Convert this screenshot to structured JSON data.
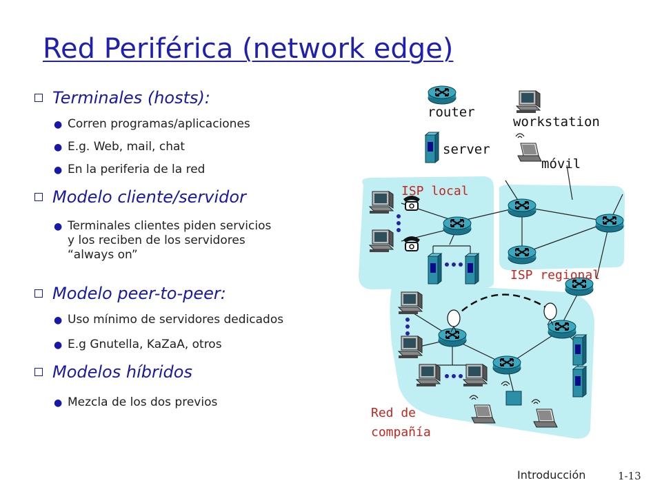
{
  "title": "Red Periférica (network edge)",
  "bullets": [
    {
      "label": "Terminales (hosts):",
      "items": [
        "Corren programas/aplicaciones",
        "E.g. Web, mail, chat",
        "En la periferia de la red"
      ]
    },
    {
      "label": "Modelo cliente/servidor",
      "items": [
        "Terminales clientes piden servicios\ny los reciben de los servidores\n“always on”"
      ]
    },
    {
      "label": "Modelo peer-to-peer:",
      "items": [
        "Uso mínimo de servidores dedicados",
        "E.g Gnutella, KaZaA, otros"
      ]
    },
    {
      "label": "Modelos híbridos",
      "items": [
        "Mezcla de los dos previos"
      ]
    }
  ],
  "legend": {
    "router": "router",
    "workstation": "workstation",
    "server": "server",
    "mobile": "móvil"
  },
  "networks": {
    "isp_local": "ISP local",
    "isp_regional": "ISP regional",
    "company": "Red de\ncompañía"
  },
  "footer": {
    "section": "Introducción",
    "page": "1-13"
  },
  "colors": {
    "title": "#1f1fb0",
    "network_bg": "#bfeff3",
    "label_red": "#c4261f",
    "router": "#1f8ea6",
    "server": "#1f8ea6"
  }
}
